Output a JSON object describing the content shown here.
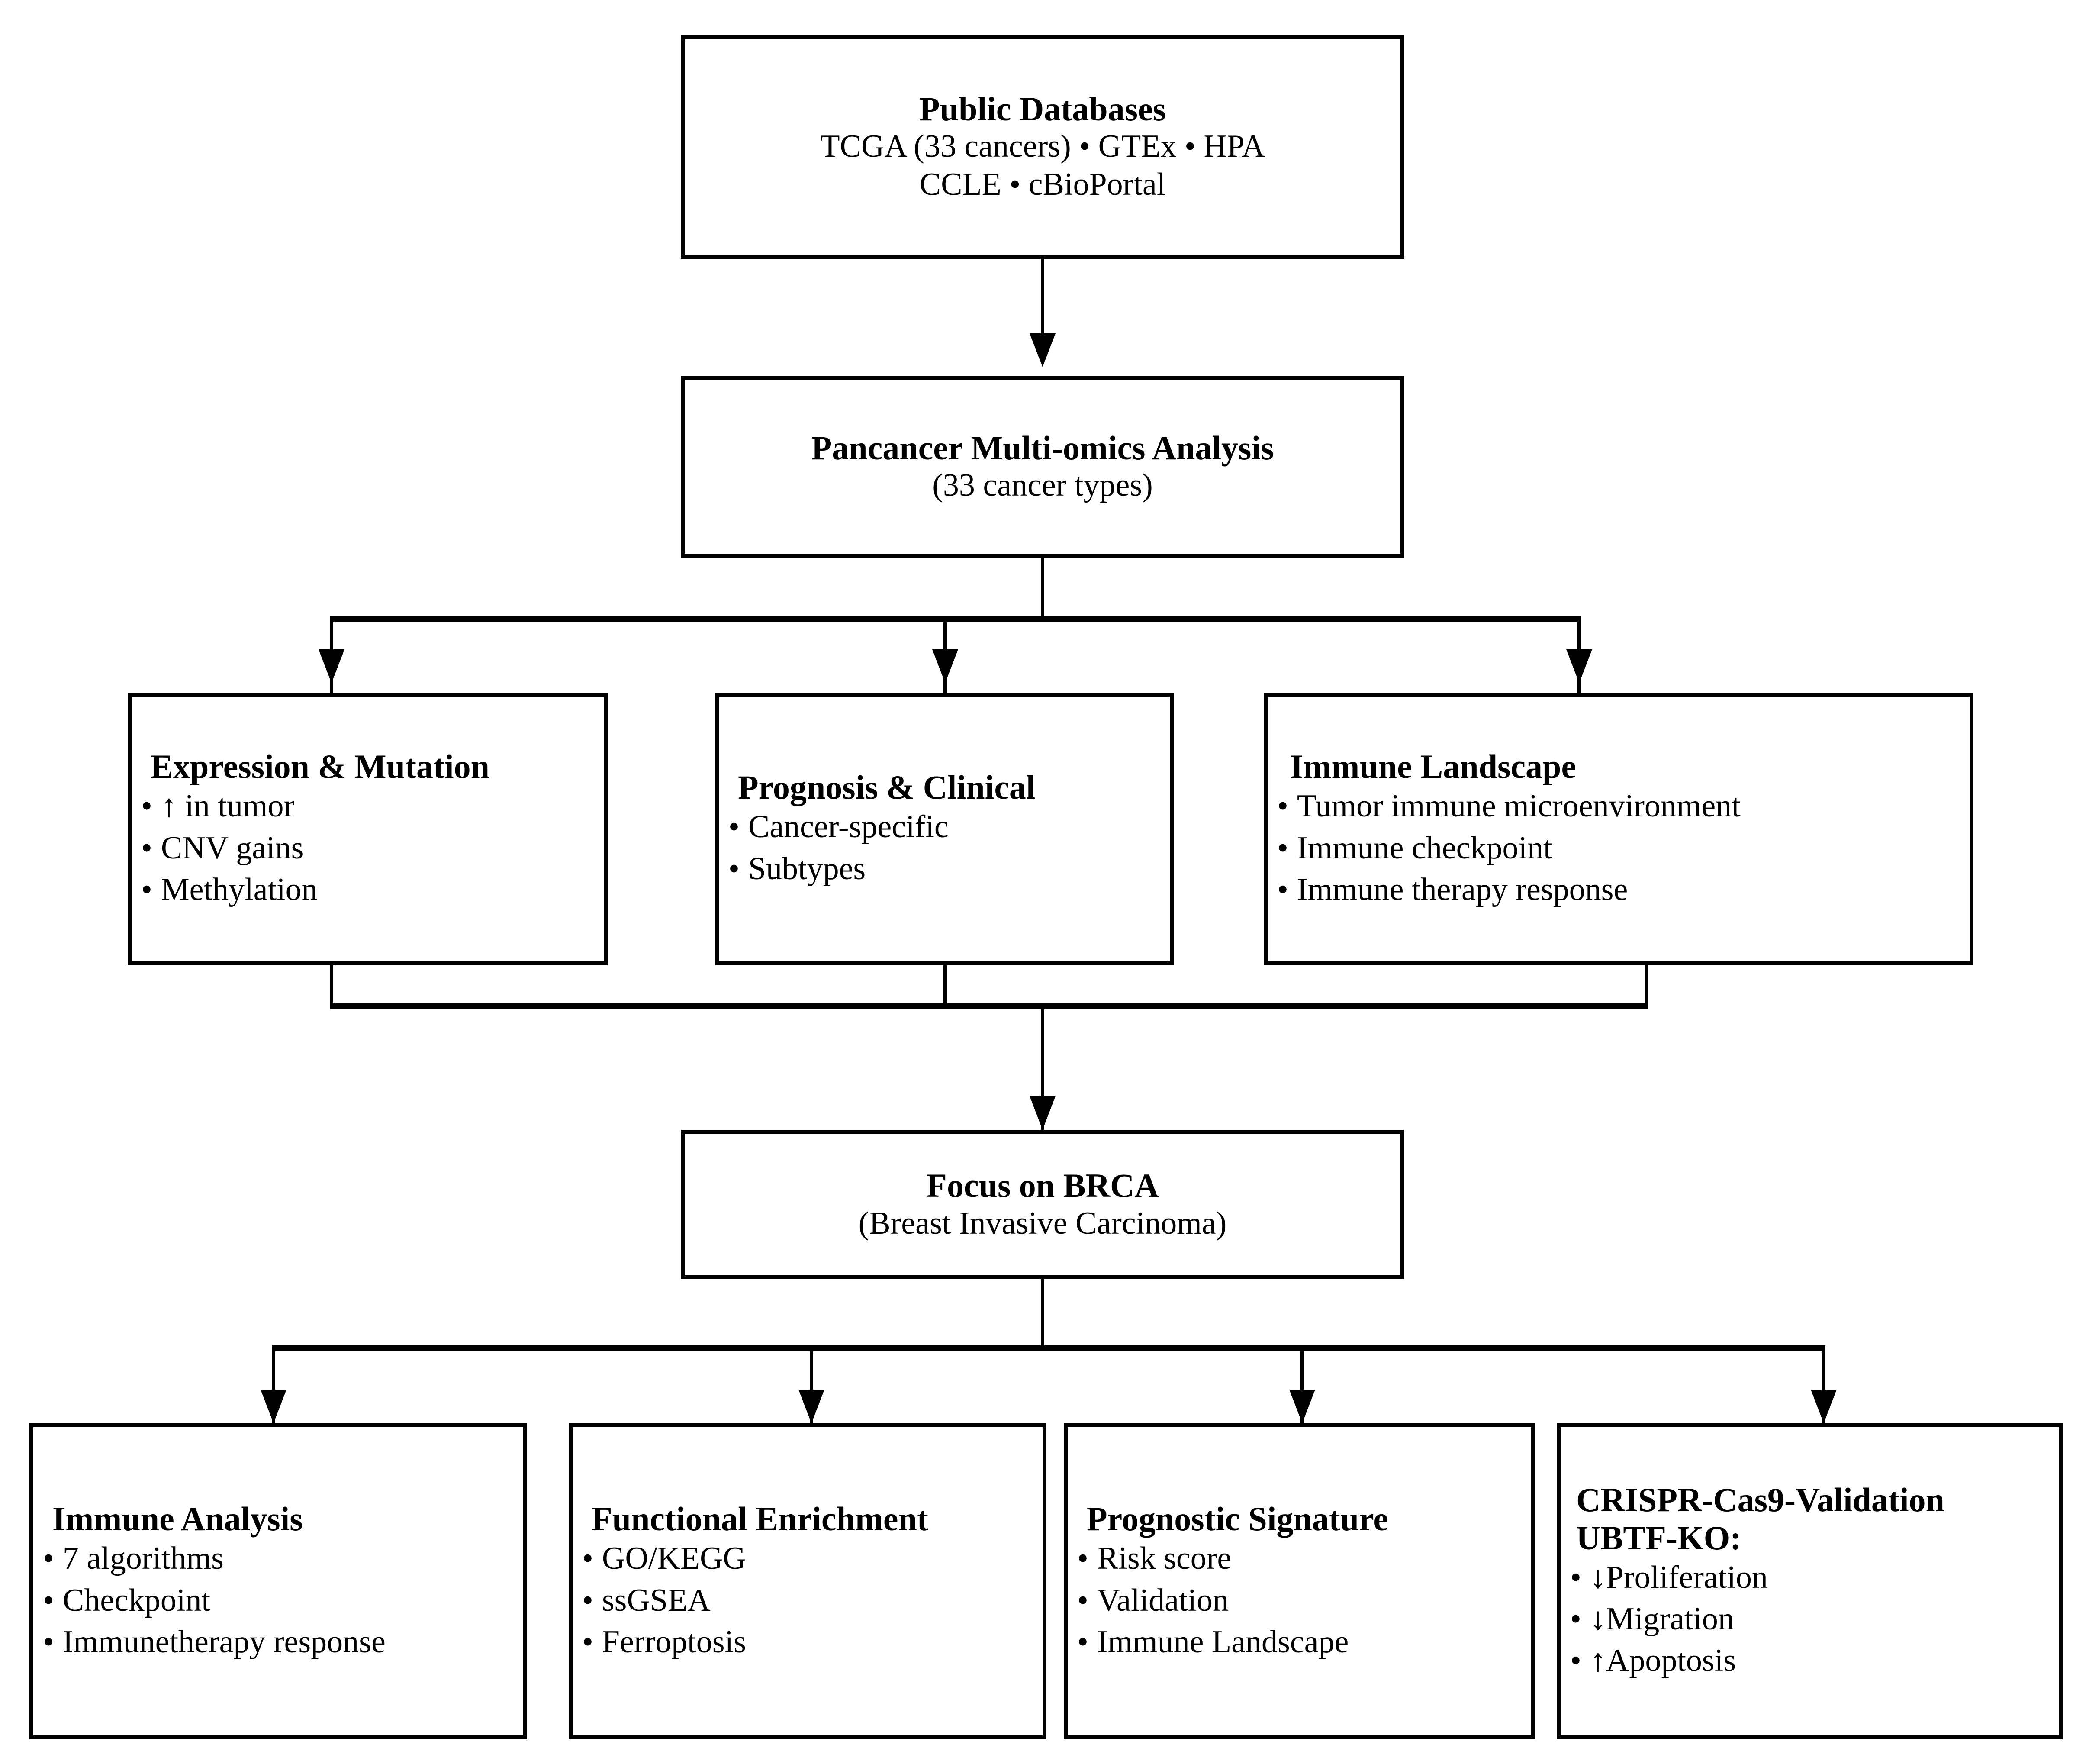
{
  "diagram": {
    "type": "flowchart",
    "orientation": "top-down",
    "nodes": {
      "public_databases": {
        "title": "Public Databases",
        "line2": "TCGA (33 cancers) • GTEx • HPA",
        "line3": "CCLE • cBioPortal"
      },
      "pancancer": {
        "title": "Pancancer Multi-omics Analysis",
        "subtitle": "(33 cancer types)"
      },
      "expression_mutation": {
        "title": "Expression & Mutation",
        "bullets": [
          "↑ in tumor",
          "CNV gains",
          "Methylation"
        ]
      },
      "prognosis_clinical": {
        "title": "Prognosis  & Clinical",
        "bullets": [
          "Cancer-specific",
          "Subtypes"
        ]
      },
      "immune_landscape": {
        "title": "Immune Landscape",
        "bullets": [
          "Tumor immune microenvironment",
          "Immune checkpoint",
          "Immune therapy response"
        ]
      },
      "focus_brca": {
        "title": "Focus on BRCA",
        "subtitle": "(Breast Invasive Carcinoma)"
      },
      "immune_analysis": {
        "title": "Immune Analysis",
        "bullets": [
          "7 algorithms",
          "Checkpoint",
          "Immunetherapy response"
        ]
      },
      "functional_enrichment": {
        "title": "Functional Enrichment",
        "bullets": [
          "GO/KEGG",
          "ssGSEA",
          "Ferroptosis"
        ]
      },
      "prognostic_signature": {
        "title": "Prognostic Signature",
        "bullets": [
          "Risk score",
          "Validation",
          "Immune Landscape"
        ]
      },
      "crispr_validation": {
        "title": "CRISPR-Cas9-Validation",
        "title2": "UBTF-KO:",
        "bullets": [
          "↓Proliferation",
          "↓Migration",
          "↑Apoptosis"
        ]
      }
    },
    "bullet_glyph": "•",
    "colors": {
      "stroke": "#000000",
      "fill": "#ffffff",
      "text": "#000000"
    }
  }
}
